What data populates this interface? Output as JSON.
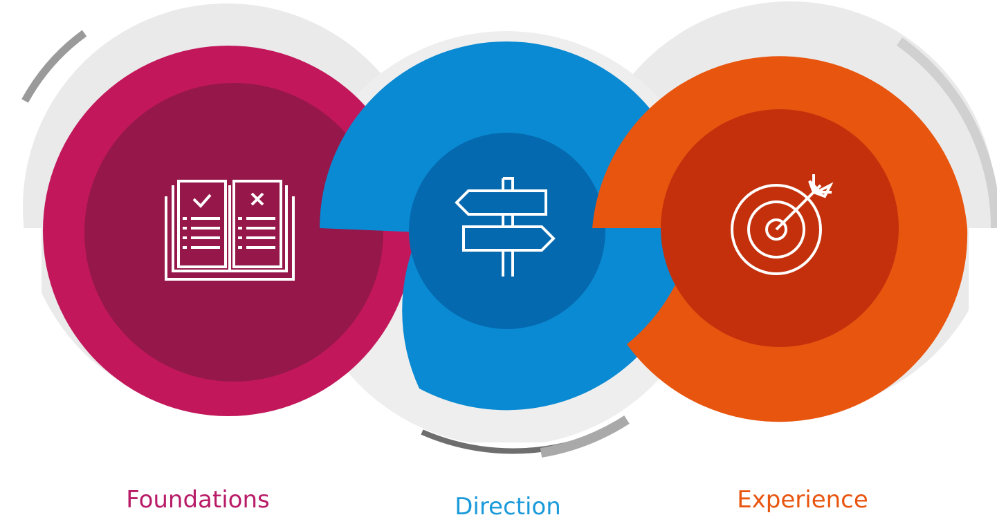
{
  "stages": [
    {
      "id": "foundations",
      "label": "Foundations",
      "icon": "open-book-checklist-icon",
      "colors": {
        "outer": "#c2185b",
        "inner": "#96174a",
        "text": "#b81b67"
      }
    },
    {
      "id": "direction",
      "label": "Direction",
      "icon": "signpost-icon",
      "colors": {
        "outer": "#0a8ad2",
        "inner": "#0569b0",
        "text": "#1a9ad9"
      }
    },
    {
      "id": "experience",
      "label": "Experience",
      "icon": "target-arrow-icon",
      "colors": {
        "outer": "#e8550f",
        "inner": "#c4300c",
        "text": "#e8550f"
      }
    }
  ],
  "colors": {
    "halo": "#eaeaea",
    "arc_dark": "#7a7a7a",
    "arc_light": "#c8c8c8",
    "icon_stroke": "#ffffff"
  }
}
